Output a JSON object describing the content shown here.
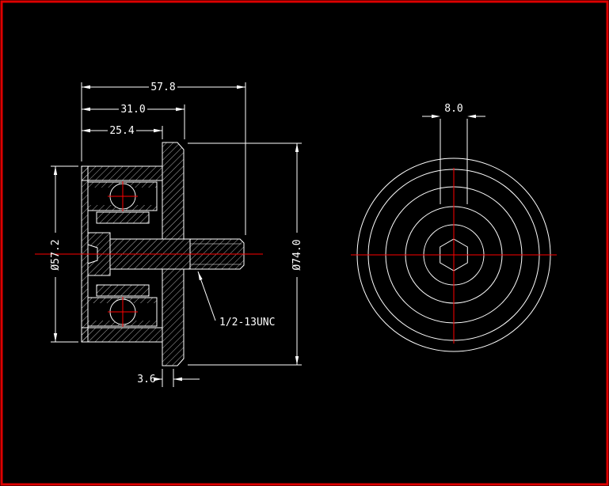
{
  "colors": {
    "background": "#000000",
    "line": "#ffffff",
    "centerline": "#ff0000",
    "border": "#dd0000"
  },
  "section_view": {
    "dim_overall_width": "57.8",
    "dim_hub_width": "31.0",
    "dim_body_width": "25.4",
    "dim_outer_diameter": "Ø57.2",
    "dim_flange_diameter": "Ø74.0",
    "dim_flange_thickness": "3.6",
    "thread_callout": "1/2-13UNC"
  },
  "front_view": {
    "dim_hex_socket": "8.0"
  }
}
